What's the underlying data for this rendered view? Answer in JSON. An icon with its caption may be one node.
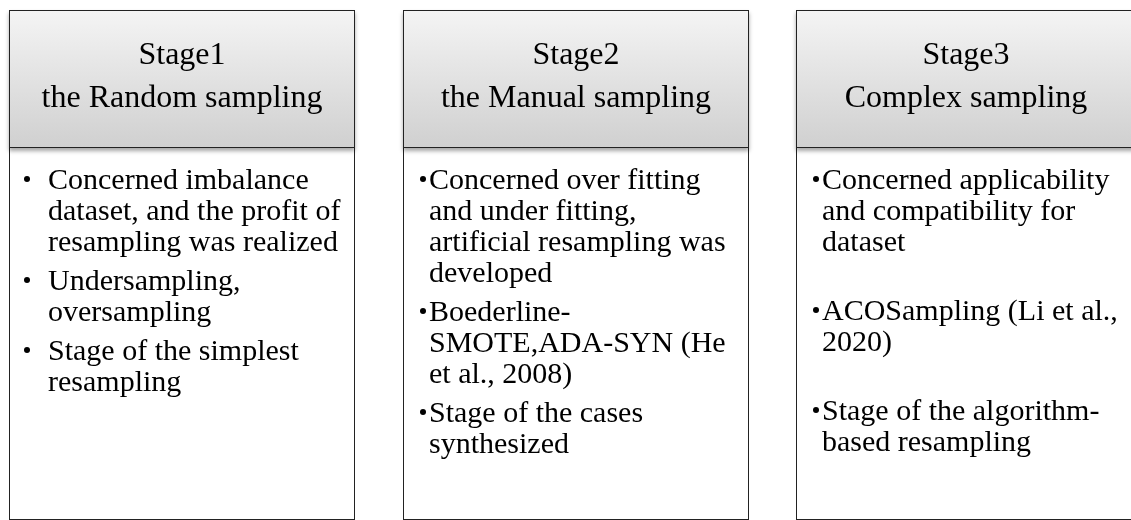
{
  "diagram": {
    "nodes": [
      {
        "text": [
          "Stage1",
          "the Random sampling"
        ]
      },
      {
        "text": [
          "Concerned imbalance dataset, and the profit of resampling  was realized",
          "Undersampling, oversampling",
          "Stage of the simplest resampling"
        ]
      },
      {
        "text": [
          "Stage2",
          "the Manual sampling"
        ]
      },
      {
        "text": [
          "Concerned over fitting and under fitting, artificial resampling was developed",
          "Boederline-SMOTE,ADA-SYN (He et al., 2008)",
          "Stage of the cases synthesized"
        ]
      },
      {
        "text": [
          "Stage3",
          "Complex sampling"
        ]
      },
      {
        "text": [
          "Concerned applicability and compatibility for dataset",
          "ACOSampling (Li et al., 2020)",
          "Stage of the algorithm-based resampling"
        ]
      }
    ]
  }
}
